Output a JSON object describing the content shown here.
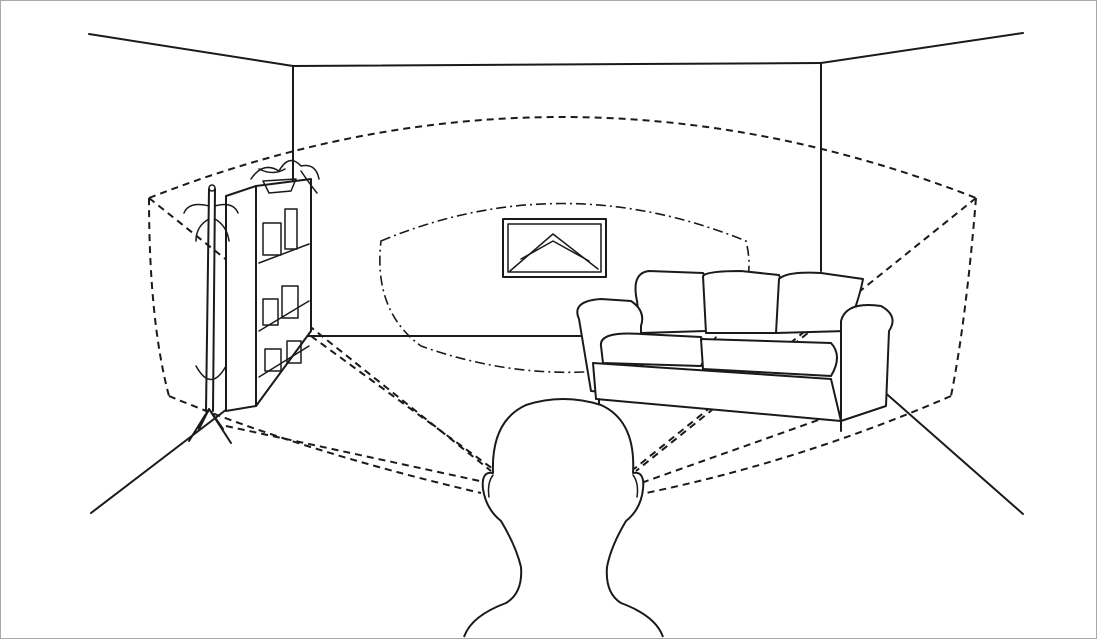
{
  "figure": {
    "caption": "",
    "elements": [
      "room",
      "wall-picture",
      "sofa",
      "bookshelf",
      "coat-stand",
      "listener-head",
      "peripheral-field",
      "central-field"
    ]
  },
  "colors": {
    "line": "#1a1a1a",
    "background": "#ffffff",
    "frame": "#a8a8a8"
  }
}
